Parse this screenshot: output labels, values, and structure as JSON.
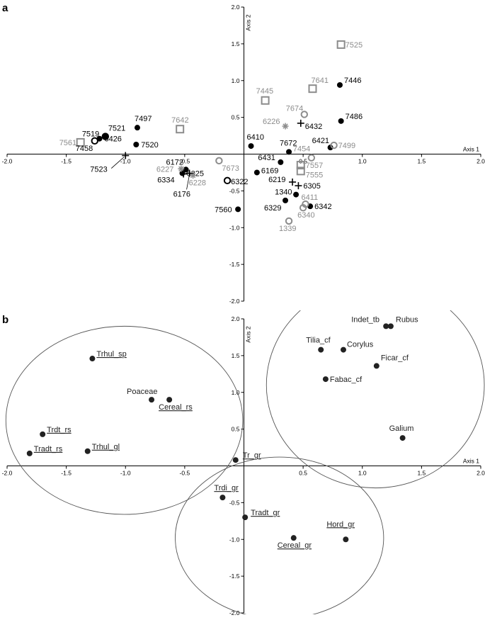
{
  "chart_data": [
    {
      "panel": "a",
      "type": "scatter",
      "xlabel": "Axis 1",
      "ylabel": "Axis 2",
      "xlim": [
        -2.0,
        2.0
      ],
      "ylim": [
        -2.0,
        2.0
      ],
      "x_ticks": [
        "-2.0",
        "-1.5",
        "-1.0",
        "-0.5",
        "0.5",
        "1.0",
        "1.5",
        "2.0"
      ],
      "y_ticks": [
        "2.0",
        "1.5",
        "1.0",
        "0.5",
        "-0.5",
        "-1.0",
        "-1.5",
        "-2.0"
      ],
      "marker_colors": {
        "black": "#000000",
        "grey": "#8c8c8c"
      },
      "points": [
        {
          "label": "7525",
          "x": 0.82,
          "y": 1.49,
          "marker": "square",
          "color": "grey"
        },
        {
          "label": "7641",
          "x": 0.58,
          "y": 0.89,
          "marker": "square",
          "color": "grey"
        },
        {
          "label": "7445",
          "x": 0.18,
          "y": 0.73,
          "marker": "square",
          "color": "grey"
        },
        {
          "label": "7642",
          "x": -0.54,
          "y": 0.34,
          "marker": "square",
          "color": "grey"
        },
        {
          "label": "7561",
          "x": -1.38,
          "y": 0.16,
          "marker": "square",
          "color": "grey"
        },
        {
          "label": "7557",
          "x": 0.48,
          "y": -0.15,
          "marker": "square",
          "color": "grey"
        },
        {
          "label": "7555",
          "x": 0.48,
          "y": -0.23,
          "marker": "square",
          "color": "grey"
        },
        {
          "label": "7446",
          "x": 0.81,
          "y": 0.94,
          "marker": "dot",
          "color": "black"
        },
        {
          "label": "7486",
          "x": 0.82,
          "y": 0.45,
          "marker": "dot",
          "color": "black"
        },
        {
          "label": "6421",
          "x": 0.73,
          "y": 0.09,
          "marker": "dot",
          "color": "black"
        },
        {
          "label": "7672",
          "x": 0.38,
          "y": 0.03,
          "marker": "dot",
          "color": "black"
        },
        {
          "label": "6410",
          "x": 0.06,
          "y": 0.11,
          "marker": "dot",
          "color": "black"
        },
        {
          "label": "6431",
          "x": 0.31,
          "y": -0.11,
          "marker": "dot",
          "color": "black"
        },
        {
          "label": "6169",
          "x": 0.11,
          "y": -0.25,
          "marker": "dot",
          "color": "black"
        },
        {
          "label": "1340",
          "x": 0.44,
          "y": -0.55,
          "marker": "dot",
          "color": "black"
        },
        {
          "label": "6329",
          "x": 0.35,
          "y": -0.63,
          "marker": "dot",
          "color": "black"
        },
        {
          "label": "6342",
          "x": 0.56,
          "y": -0.71,
          "marker": "dot",
          "color": "black"
        },
        {
          "label": "7560",
          "x": -0.05,
          "y": -0.75,
          "marker": "dot",
          "color": "black"
        },
        {
          "label": "7497",
          "x": -0.9,
          "y": 0.36,
          "marker": "dot",
          "color": "black"
        },
        {
          "label": "7520",
          "x": -0.91,
          "y": 0.13,
          "marker": "dot",
          "color": "black"
        },
        {
          "label": "7521",
          "x": -1.17,
          "y": 0.24,
          "marker": "dot",
          "color": "black"
        },
        {
          "label": "6426",
          "x": -1.22,
          "y": 0.21,
          "marker": "dot",
          "color": "black"
        },
        {
          "label": "6172",
          "x": -0.49,
          "y": -0.21,
          "marker": "dot",
          "color": "black"
        },
        {
          "label": "6325",
          "x": -0.52,
          "y": -0.26,
          "marker": "dot",
          "color": "black"
        },
        {
          "label": "6226",
          "x": 0.35,
          "y": 0.38,
          "marker": "star",
          "color": "grey"
        },
        {
          "label": "6227",
          "x": -0.53,
          "y": -0.2,
          "marker": "star",
          "color": "grey"
        },
        {
          "label": "6228",
          "x": -0.43,
          "y": -0.29,
          "marker": "star",
          "color": "grey"
        },
        {
          "label": "7674",
          "x": 0.51,
          "y": 0.54,
          "marker": "ring",
          "color": "grey"
        },
        {
          "label": "7499",
          "x": 0.76,
          "y": 0.12,
          "marker": "ring",
          "color": "grey"
        },
        {
          "label": "7454",
          "x": 0.57,
          "y": -0.05,
          "marker": "ring",
          "color": "grey"
        },
        {
          "label": "7673",
          "x": -0.21,
          "y": -0.09,
          "marker": "ring",
          "color": "grey"
        },
        {
          "label": "6411",
          "x": 0.52,
          "y": -0.68,
          "marker": "ring",
          "color": "grey"
        },
        {
          "label": "6340",
          "x": 0.5,
          "y": -0.73,
          "marker": "ring",
          "color": "grey"
        },
        {
          "label": "1339",
          "x": 0.38,
          "y": -0.91,
          "marker": "ring",
          "color": "grey"
        },
        {
          "label": "7458",
          "x": -1.26,
          "y": 0.18,
          "marker": "ring",
          "color": "black"
        },
        {
          "label": "6322",
          "x": -0.14,
          "y": -0.36,
          "marker": "ring",
          "color": "black"
        },
        {
          "label": "7519",
          "x": -1.17,
          "y": 0.24,
          "marker": "ring",
          "color": "black"
        },
        {
          "label": "6432",
          "x": 0.48,
          "y": 0.42,
          "marker": "plus",
          "color": "black"
        },
        {
          "label": "6305",
          "x": 0.46,
          "y": -0.43,
          "marker": "plus",
          "color": "black"
        },
        {
          "label": "6219",
          "x": 0.41,
          "y": -0.38,
          "marker": "plus",
          "color": "black"
        },
        {
          "label": "7523",
          "x": -1.0,
          "y": -0.02,
          "marker": "plus",
          "color": "black"
        },
        {
          "label": "6334",
          "x": -0.51,
          "y": -0.27,
          "marker": "plus",
          "color": "black"
        },
        {
          "label": "6176",
          "x": -0.46,
          "y": -0.26,
          "marker": "plus",
          "color": "black"
        }
      ]
    },
    {
      "panel": "b",
      "type": "scatter",
      "xlabel": "Axis 1",
      "ylabel": "Axis 2",
      "xlim": [
        -2.0,
        2.0
      ],
      "ylim": [
        -2.0,
        2.0
      ],
      "x_ticks": [
        "-2.0",
        "-1.5",
        "-1.0",
        "-0.5",
        "0.5",
        "1.0",
        "1.5",
        "2.0"
      ],
      "y_ticks": [
        "2.0",
        "1.5",
        "1.0",
        "0.5",
        "-0.5",
        "-1.0",
        "-1.5",
        "-2.0"
      ],
      "points": [
        {
          "label": "Indet_tb",
          "x": 1.2,
          "y": 1.9,
          "underline": false
        },
        {
          "label": "Rubus",
          "x": 1.24,
          "y": 1.9,
          "underline": false
        },
        {
          "label": "Tilia_cf",
          "x": 0.65,
          "y": 1.58,
          "underline": false
        },
        {
          "label": "Corylus",
          "x": 0.84,
          "y": 1.58,
          "underline": false
        },
        {
          "label": "Ficar_cf",
          "x": 1.12,
          "y": 1.36,
          "underline": false
        },
        {
          "label": "Fabac_cf",
          "x": 0.69,
          "y": 1.18,
          "underline": false
        },
        {
          "label": "Galium",
          "x": 1.34,
          "y": 0.38,
          "underline": false
        },
        {
          "label": "Trhul_sp",
          "x": -1.28,
          "y": 1.46,
          "underline": true
        },
        {
          "label": "Poaceae",
          "x": -0.78,
          "y": 0.9,
          "underline": false
        },
        {
          "label": "Cereal_rs",
          "x": -0.63,
          "y": 0.9,
          "underline": true
        },
        {
          "label": "Trdt_rs",
          "x": -1.7,
          "y": 0.43,
          "underline": true
        },
        {
          "label": "Tradt_rs",
          "x": -1.81,
          "y": 0.17,
          "underline": true
        },
        {
          "label": "Trhul_gl",
          "x": -1.32,
          "y": 0.2,
          "underline": true
        },
        {
          "label": "Tr_gr",
          "x": -0.07,
          "y": 0.08,
          "underline": true
        },
        {
          "label": "Trdi_gr",
          "x": -0.18,
          "y": -0.43,
          "underline": true
        },
        {
          "label": "Tradt_gr",
          "x": 0.01,
          "y": -0.7,
          "underline": true
        },
        {
          "label": "Cereal_gr",
          "x": 0.42,
          "y": -0.98,
          "underline": true
        },
        {
          "label": "Hord_gr",
          "x": 0.86,
          "y": -1.0,
          "underline": true
        }
      ],
      "groups": [
        {
          "center": [
            -1.01,
            0.62
          ],
          "radius": [
            1.0,
            1.28
          ]
        },
        {
          "center": [
            1.11,
            1.1
          ],
          "radius": [
            0.92,
            1.4
          ]
        },
        {
          "center": [
            0.3,
            -0.98
          ],
          "radius": [
            0.88,
            1.1
          ]
        }
      ]
    }
  ]
}
